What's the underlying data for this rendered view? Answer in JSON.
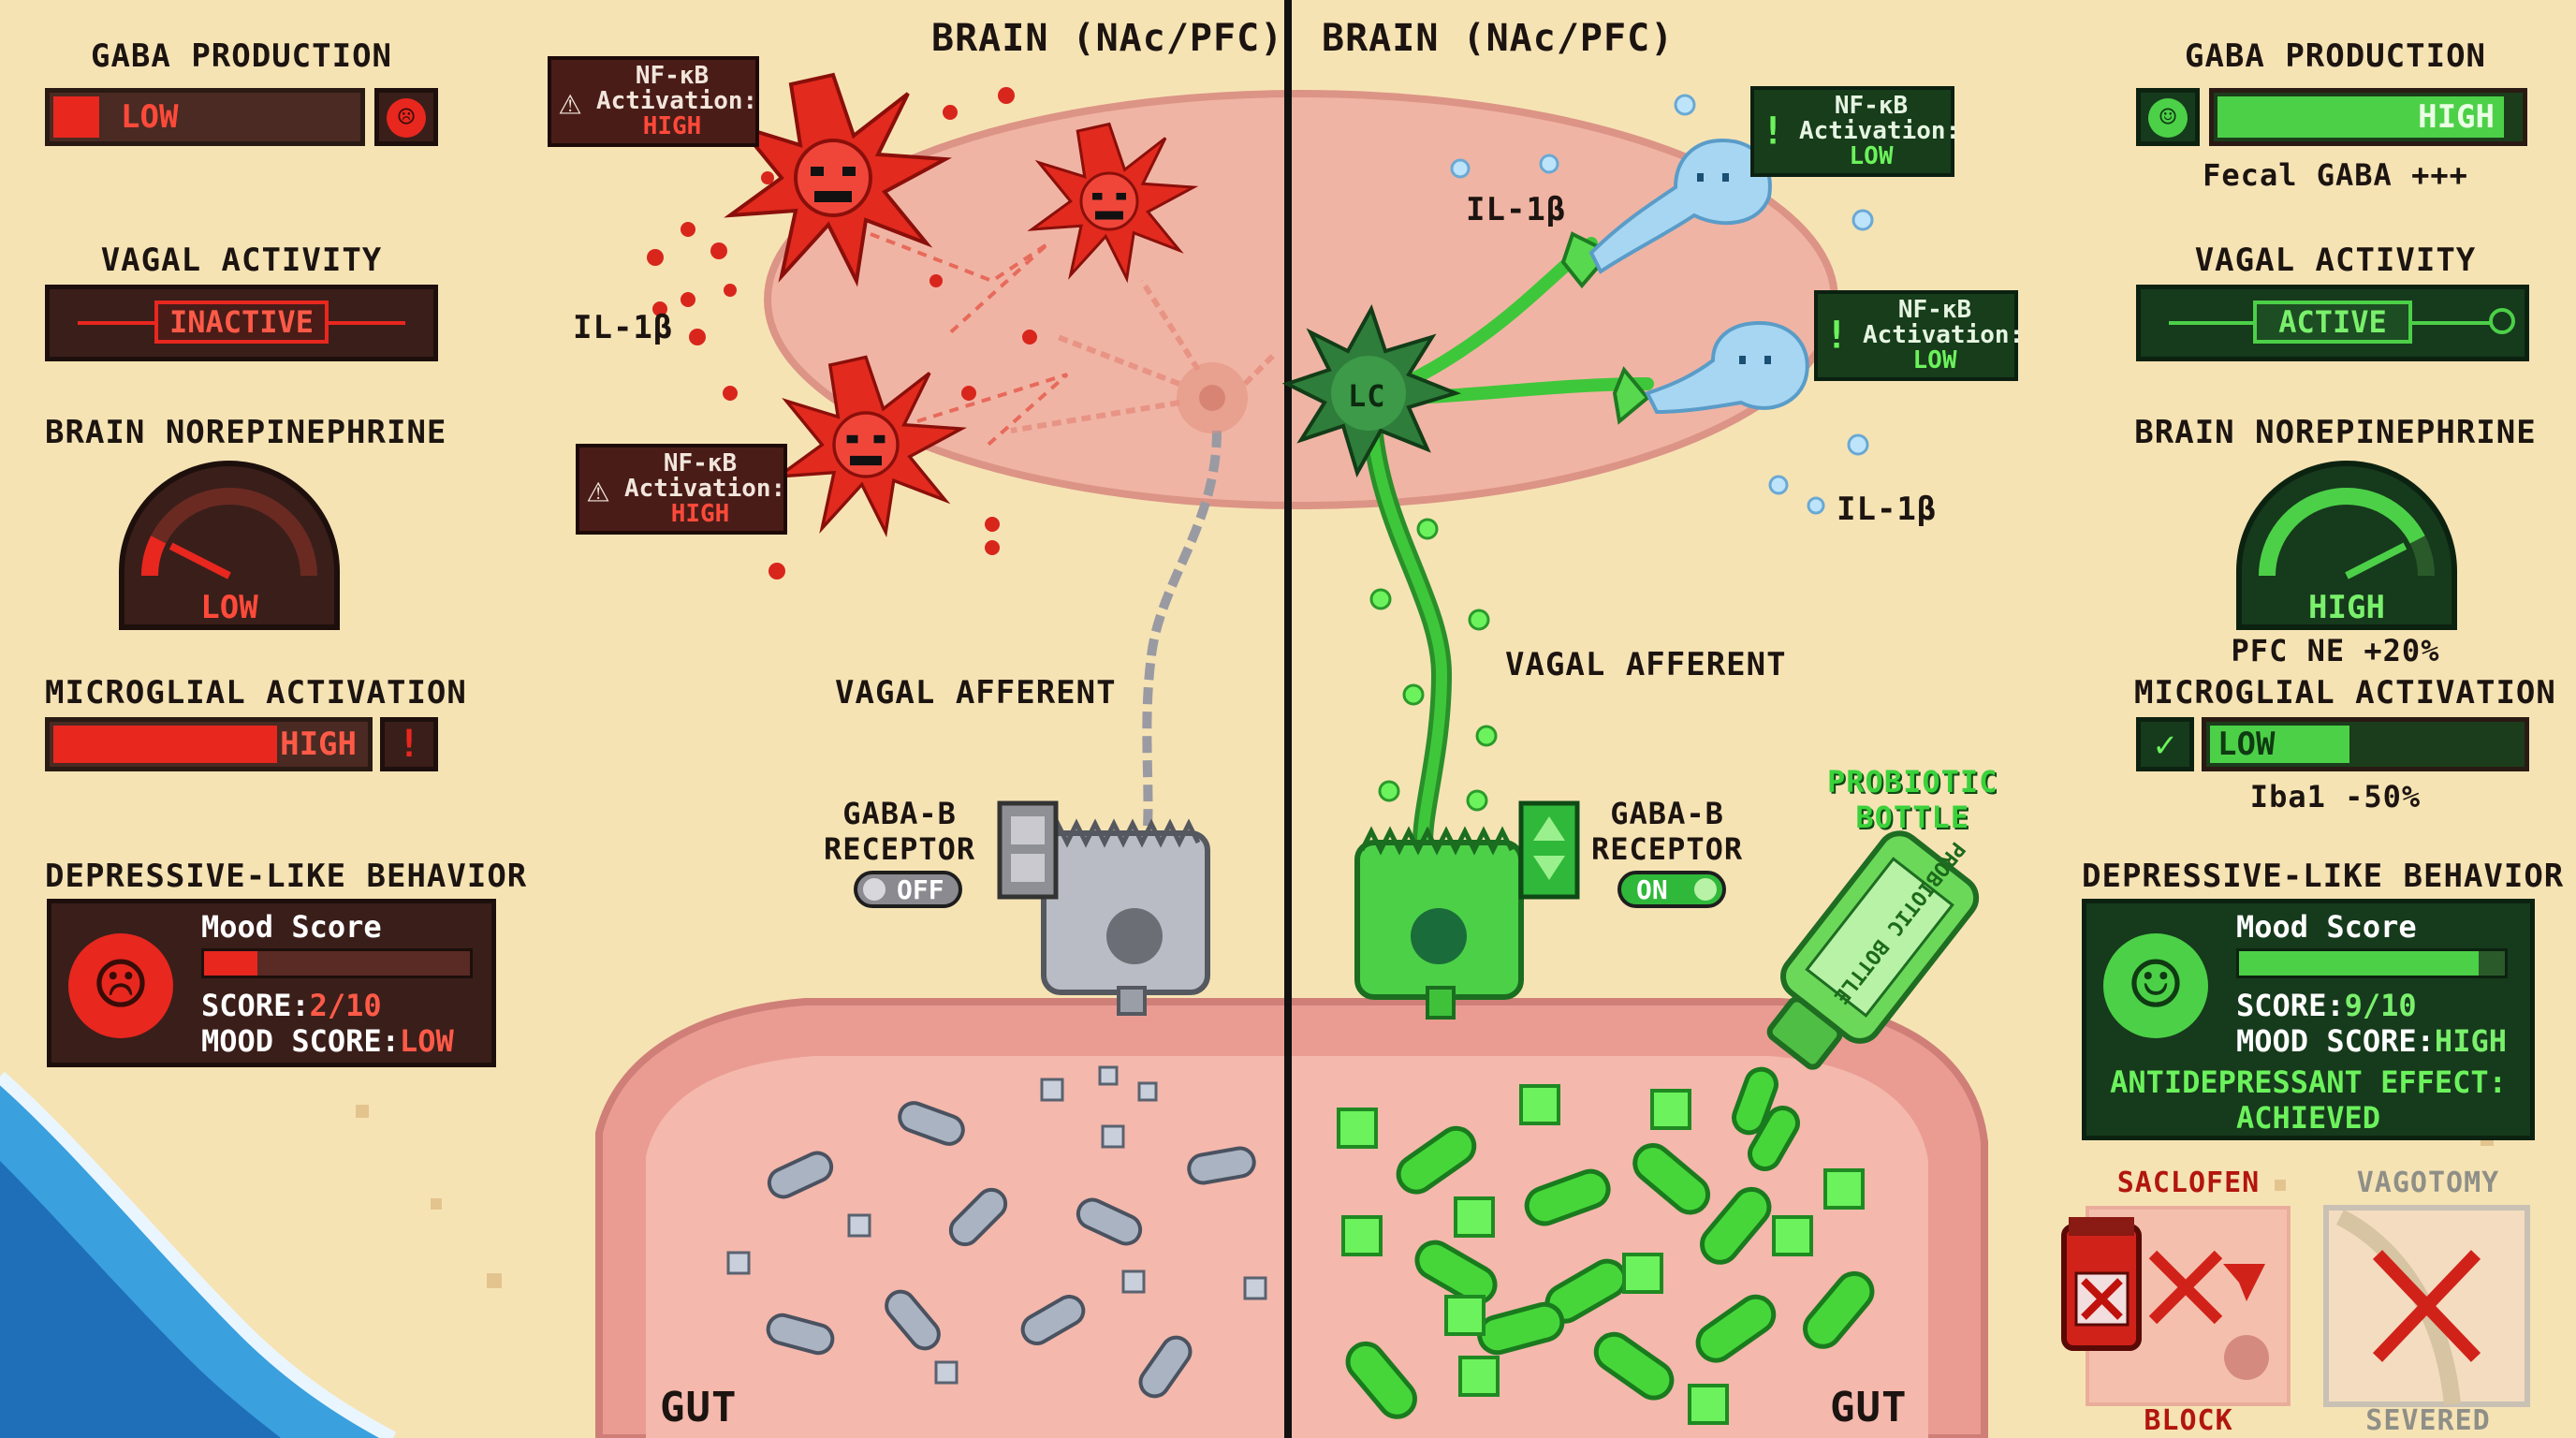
{
  "brain_left_label": "BRAIN (NAc/PFC)",
  "brain_right_label": "BRAIN (NAc/PFC)",
  "gut_left_label": "GUT",
  "gut_right_label": "GUT",
  "il1b": "IL-1β",
  "lc_label": "LC",
  "vagal_afferent": "VAGAL AFFERENT",
  "gaba_b_receptor": "GABA-B\nRECEPTOR",
  "probiotic_label": "PROBIOTIC\nBOTTLE",
  "bottle_text": "PROBIOTIC BOTTLE",
  "nfkb_label": "NF-κB\nActivation:",
  "left_hud": {
    "gaba_title": "GABA PRODUCTION",
    "gaba_value": "LOW",
    "gaba_level": 0.15,
    "vagal_title": "VAGAL ACTIVITY",
    "vagal_value": "INACTIVE",
    "ne_title": "BRAIN NOREPINEPHRINE",
    "ne_value": "LOW",
    "ne_level": 0.15,
    "microglia_title": "MICROGLIAL ACTIVATION",
    "microglia_value": "HIGH",
    "microglia_level": 0.72,
    "depressive_title": "DEPRESSIVE-LIKE BEHAVIOR",
    "mood_label": "Mood Score",
    "score_label": "SCORE:",
    "score_value": "2/10",
    "mood_score_label": "MOOD SCORE:",
    "mood_score_value": "LOW",
    "score_level": 0.2,
    "nfkb_top": "HIGH",
    "nfkb_bottom": "HIGH",
    "receptor_state": "OFF"
  },
  "right_hud": {
    "gaba_title": "GABA PRODUCTION",
    "gaba_value": "HIGH",
    "gaba_level": 0.95,
    "fecal": "Fecal GABA +++",
    "vagal_title": "VAGAL ACTIVITY",
    "vagal_value": "ACTIVE",
    "ne_title": "BRAIN NOREPINEPHRINE",
    "ne_value": "HIGH",
    "ne_level": 0.85,
    "ne_note": "PFC NE +20%",
    "microglia_title": "MICROGLIAL ACTIVATION",
    "microglia_value": "LOW",
    "microglia_level": 0.45,
    "iba1": "Iba1 -50%",
    "depressive_title": "DEPRESSIVE-LIKE BEHAVIOR",
    "mood_label": "Mood Score",
    "score_label": "SCORE:",
    "score_value": "9/10",
    "mood_score_label": "MOOD SCORE:",
    "mood_score_value": "HIGH",
    "score_level": 0.9,
    "antidep": "ANTIDEPRESSANT EFFECT:\nACHIEVED",
    "nfkb_top": "LOW",
    "nfkb_bottom": "LOW",
    "receptor_state": "ON",
    "saclofen": "SACLOFEN",
    "block": "BLOCK",
    "vagotomy": "VAGOTOMY",
    "severed": "SEVERED"
  },
  "colors": {
    "sand": "#f6e3b4",
    "red_accent": "#e8271f",
    "green_accent": "#3fd43a",
    "dark_red_panel": "#3a1e1a",
    "dark_green_panel": "#163a1c",
    "tissue": "#f0b4a4",
    "ocean": "#3aa0de"
  }
}
